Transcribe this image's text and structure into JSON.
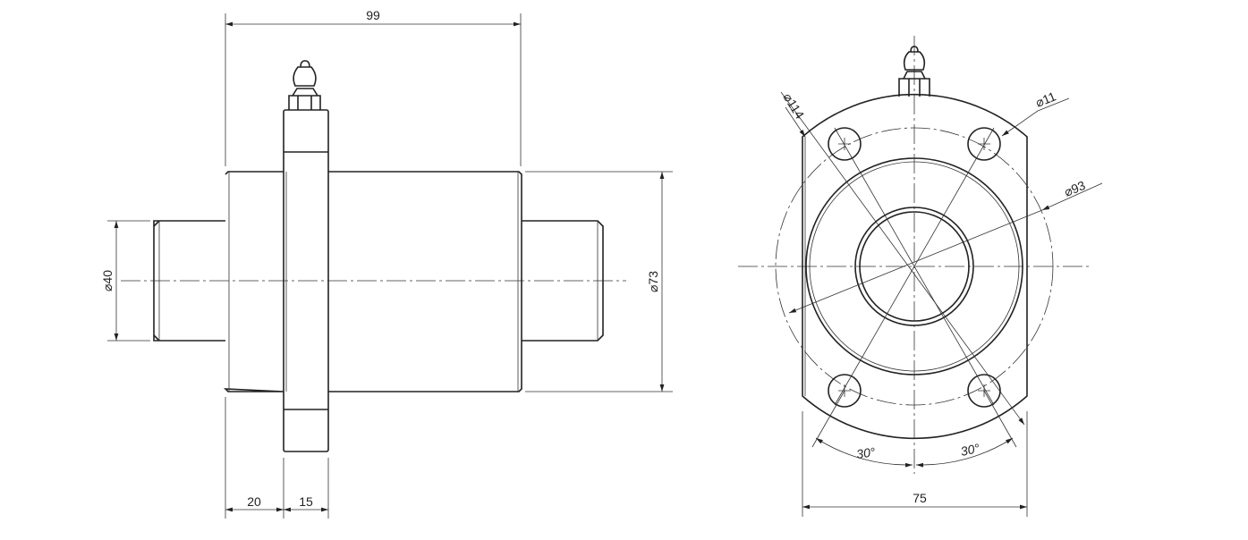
{
  "side_view": {
    "dim_length": "99",
    "dim_body_diameter": "⌀73",
    "dim_shaft_diameter": "⌀40",
    "dim_offset": "20",
    "dim_flange_width": "15"
  },
  "front_view": {
    "dim_flange_diameter": "⌀114",
    "dim_hole_diameter": "⌀11",
    "dim_bolt_circle": "⌀93",
    "dim_angle_left": "30°",
    "dim_angle_right": "30°",
    "dim_width": "75"
  },
  "colors": {
    "line": "#222222",
    "background": "#ffffff"
  }
}
